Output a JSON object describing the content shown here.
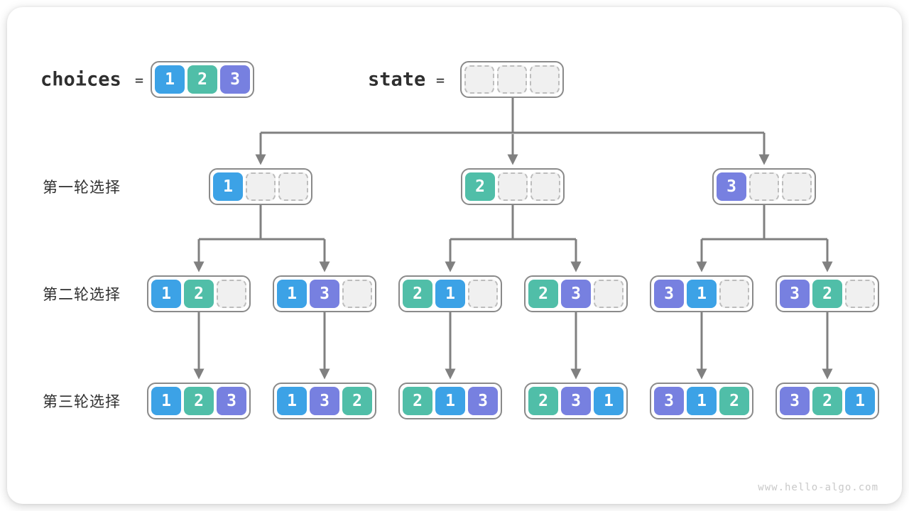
{
  "header": {
    "choices_label": "choices",
    "equals_sign": "=",
    "choices_values": [
      "1",
      "2",
      "3"
    ],
    "state_label": "state",
    "state_empty_slots": 3
  },
  "rows": [
    {
      "label": "第一轮选择",
      "boxes": [
        [
          "1",
          "",
          ""
        ],
        [
          "2",
          "",
          ""
        ],
        [
          "3",
          "",
          ""
        ]
      ]
    },
    {
      "label": "第二轮选择",
      "boxes": [
        [
          "1",
          "2",
          ""
        ],
        [
          "1",
          "3",
          ""
        ],
        [
          "2",
          "1",
          ""
        ],
        [
          "2",
          "3",
          ""
        ],
        [
          "3",
          "1",
          ""
        ],
        [
          "3",
          "2",
          ""
        ]
      ]
    },
    {
      "label": "第三轮选择",
      "boxes": [
        [
          "1",
          "2",
          "3"
        ],
        [
          "1",
          "3",
          "2"
        ],
        [
          "2",
          "1",
          "3"
        ],
        [
          "2",
          "3",
          "1"
        ],
        [
          "3",
          "1",
          "2"
        ],
        [
          "3",
          "2",
          "1"
        ]
      ]
    }
  ],
  "footer": {
    "watermark": "www.hello-algo.com"
  },
  "colors": {
    "value_1": "#3CA2E6",
    "value_2": "#50BEA8",
    "value_3": "#7780E0",
    "connector": "#808080",
    "box_border": "#8A8A8A",
    "empty_cell_bg": "#F0F0F0",
    "empty_cell_border": "#BDBDBD",
    "label_text": "#2F2F2F",
    "watermark_text": "#C9C9C9"
  }
}
